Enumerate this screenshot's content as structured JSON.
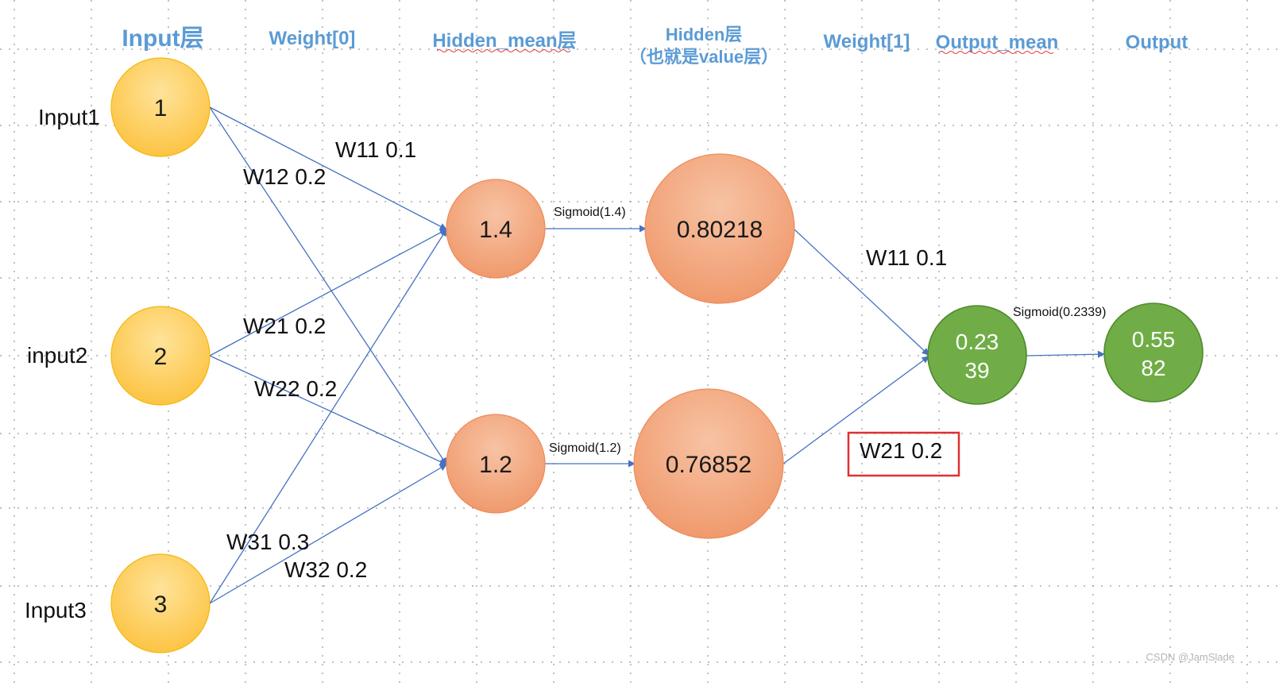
{
  "headers": {
    "input": "Input层",
    "weight0": "Weight[0]",
    "hidden_mean": "Hidden_mean层",
    "hidden_line1": "Hidden层",
    "hidden_line2": "（也就是value层）",
    "weight1": "Weight[1]",
    "output_mean": "Output_mean",
    "output": "Output"
  },
  "input_labels": {
    "input1": "Input1",
    "input2": "input2",
    "input3": "Input3"
  },
  "nodes": {
    "in1": "1",
    "in2": "2",
    "in3": "3",
    "hm1": "1.4",
    "hm2": "1.2",
    "hv1": "0.80218",
    "hv2": "0.76852",
    "om_line1": "0.23",
    "om_line2": "39",
    "out_line1": "0.55",
    "out_line2": "82"
  },
  "weights": {
    "w11": "W11 0.1",
    "w12": "W12 0.2",
    "w21": "W21 0.2",
    "w22": "W22 0.2",
    "w31": "W31 0.3",
    "w32": "W32 0.2",
    "w11_out": "W11 0.1",
    "w21_out": "W21 0.2"
  },
  "activations": {
    "sig1": "Sigmoid(1.4)",
    "sig2": "Sigmoid(1.2)",
    "sig3": "Sigmoid(0.2339)"
  },
  "colors": {
    "header": "#5b9bd5",
    "edge": "#4472c4",
    "input_node": "#ffd966",
    "hidden_node": "#f4b183",
    "output_node": "#70ad47",
    "highlight_box": "#e03030"
  },
  "watermark": "CSDN @JamSlade"
}
